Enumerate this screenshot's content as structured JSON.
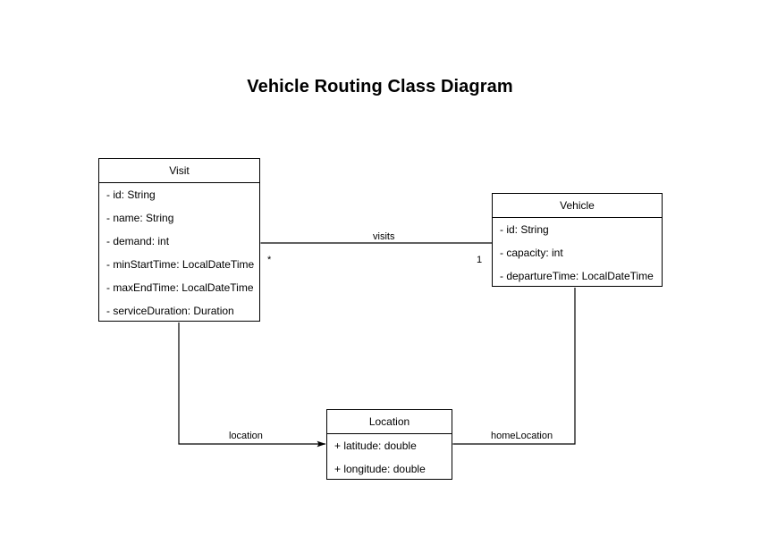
{
  "diagram": {
    "title": "Vehicle Routing Class Diagram",
    "background": "#ffffff",
    "line_color": "#000000",
    "classes": [
      {
        "id": "visit",
        "name": "Visit",
        "attributes": [
          "- id: String",
          "- name: String",
          "- demand: int",
          "- minStartTime: LocalDateTime",
          "- maxEndTime: LocalDateTime",
          "- serviceDuration: Duration"
        ]
      },
      {
        "id": "vehicle",
        "name": "Vehicle",
        "attributes": [
          "- id: String",
          "- capacity: int",
          "- departureTime: LocalDateTime"
        ]
      },
      {
        "id": "location",
        "name": "Location",
        "attributes": [
          "+ latitude: double",
          "+ longitude: double"
        ]
      }
    ],
    "relationships": [
      {
        "id": "visits",
        "label": "visits",
        "from": "Vehicle",
        "to": "Visit",
        "source_multiplicity": "1",
        "target_multiplicity": "*"
      },
      {
        "id": "location",
        "label": "location",
        "from": "Visit",
        "to": "Location",
        "source_multiplicity": "",
        "target_multiplicity": ""
      },
      {
        "id": "homeLocation",
        "label": "homeLocation",
        "from": "Vehicle",
        "to": "Location",
        "source_multiplicity": "",
        "target_multiplicity": ""
      }
    ]
  }
}
